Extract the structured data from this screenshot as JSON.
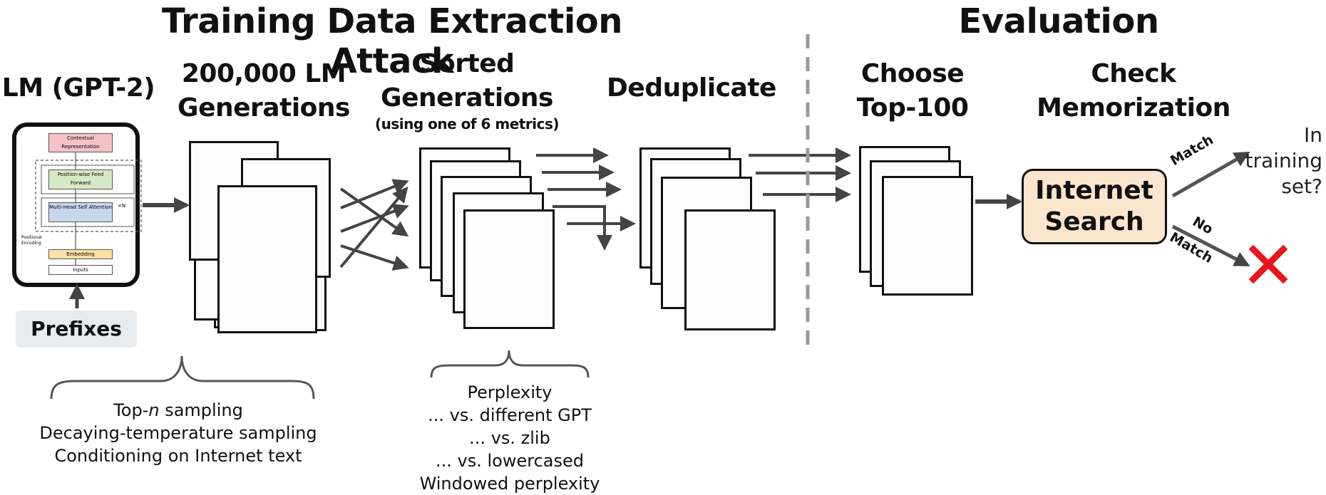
{
  "sections": {
    "attack_title": "Training Data Extraction Attack",
    "evaluation_title": "Evaluation"
  },
  "steps": {
    "lm": {
      "label": "LM (GPT-2)"
    },
    "generations": {
      "line1": "200,000 LM",
      "line2": "Generations"
    },
    "sorted": {
      "line1": "Sorted",
      "line2": "Generations",
      "sub": "(using one of 6 metrics)"
    },
    "dedup": {
      "label": "Deduplicate"
    },
    "choose": {
      "line1": "Choose",
      "line2": "Top-100"
    },
    "check": {
      "line1": "Check",
      "line2": "Memorization"
    }
  },
  "transformer": {
    "contextual": "Contextual Representation",
    "feedforward": "Position-wise Feed Forward",
    "attention": "Multi-Head Self Attention",
    "embedding": "Embedding",
    "inputs": "Inputs",
    "positional": "Positional Encoding",
    "repeat": "×N"
  },
  "prefixes": {
    "label": "Prefixes"
  },
  "internet_search": {
    "line1": "Internet",
    "line2": "Search"
  },
  "outcomes": {
    "match": "Match",
    "no": "No",
    "no_match": "Match",
    "question": "In training set?"
  },
  "sampling_methods": {
    "item1_pre": "Top-",
    "item1_italic": "n",
    "item1_post": " sampling",
    "item2": "Decaying-temperature sampling",
    "item3": "Conditioning on Internet text"
  },
  "metrics": [
    "Perplexity",
    "... vs. different GPT",
    "... vs. zlib",
    "... vs. lowercased",
    "Windowed perplexity"
  ],
  "colors": {
    "arrow": "#444444",
    "search_box_fill": "#fbe5cd",
    "prefix_box_fill": "#e8ebee",
    "cross": "#e8151b",
    "dash": "#9a9a9a",
    "contextual_fill": "#f4c2c8",
    "feedforward_fill": "#d6e9c4",
    "attention_fill": "#c8d6ee",
    "embedding_fill": "#fde2a6"
  }
}
